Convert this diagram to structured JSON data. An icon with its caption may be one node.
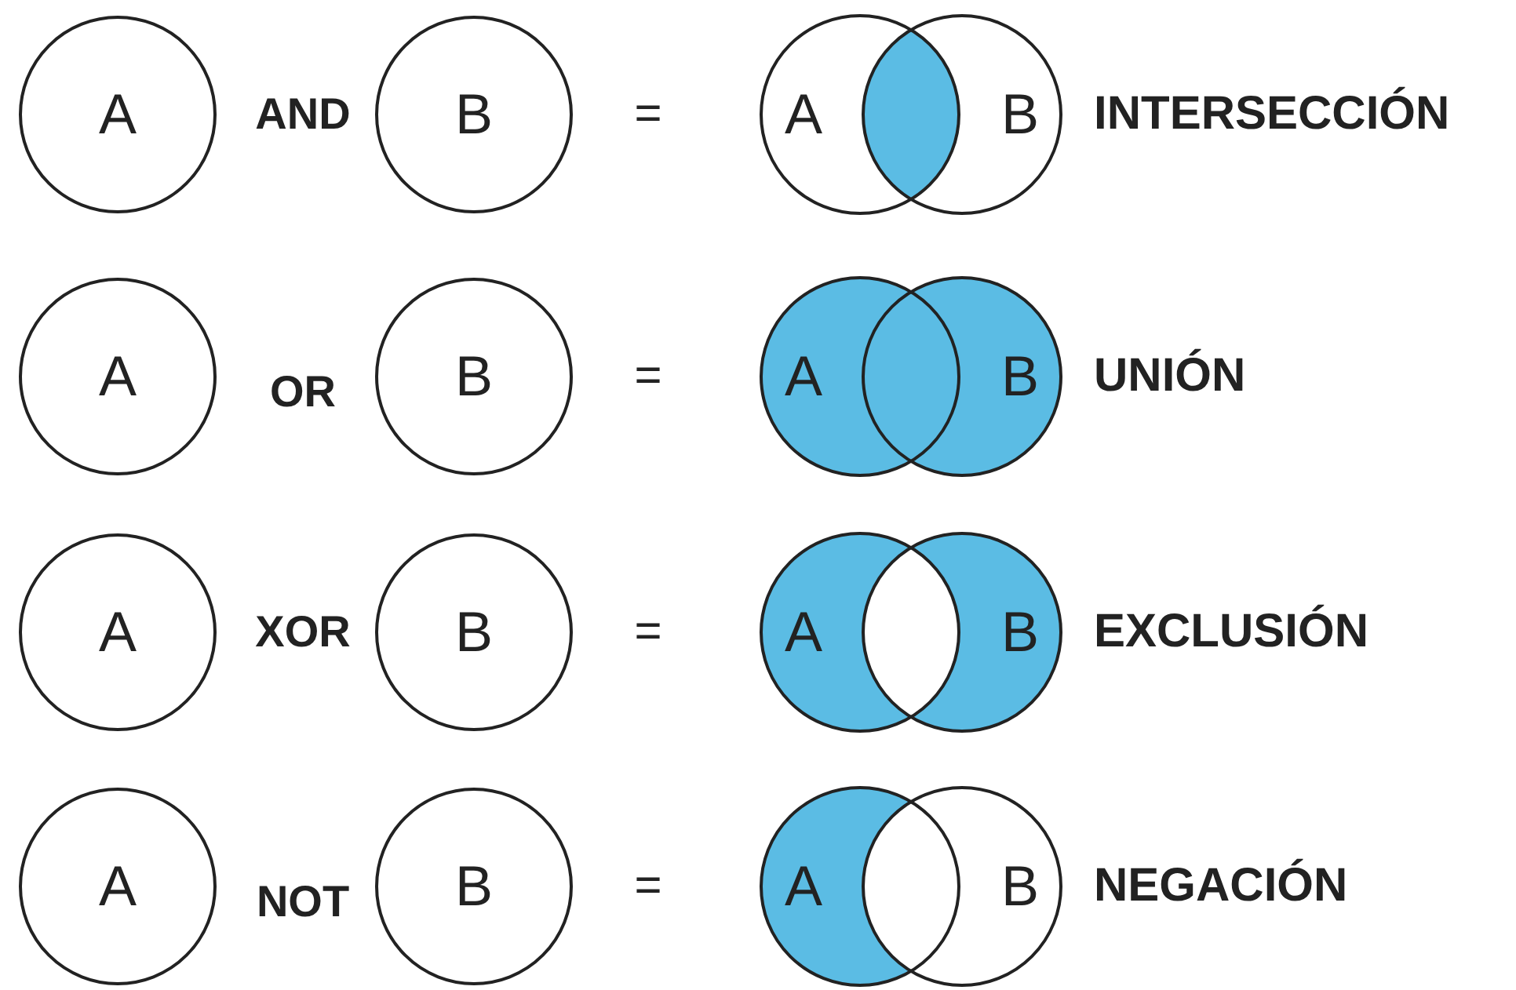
{
  "diagram": {
    "nodes": [
      {
        "text": [
          "A"
        ]
      },
      {
        "text": [
          "B"
        ]
      },
      {
        "text": [
          "A"
        ]
      },
      {
        "text": [
          "B"
        ]
      },
      {
        "text": [
          "A"
        ]
      },
      {
        "text": [
          "B"
        ]
      },
      {
        "text": [
          "A"
        ]
      },
      {
        "text": [
          "B"
        ]
      }
    ],
    "labels": [
      "AND",
      "=",
      "A",
      "B",
      "INTERSECCIÓN",
      "OR",
      "=",
      "A",
      "B",
      "UNIÓN",
      "XOR",
      "=",
      "A",
      "B",
      "EXCLUSIÓN",
      "NOT",
      "=",
      "A",
      "B",
      "NEGACIÓN"
    ]
  }
}
